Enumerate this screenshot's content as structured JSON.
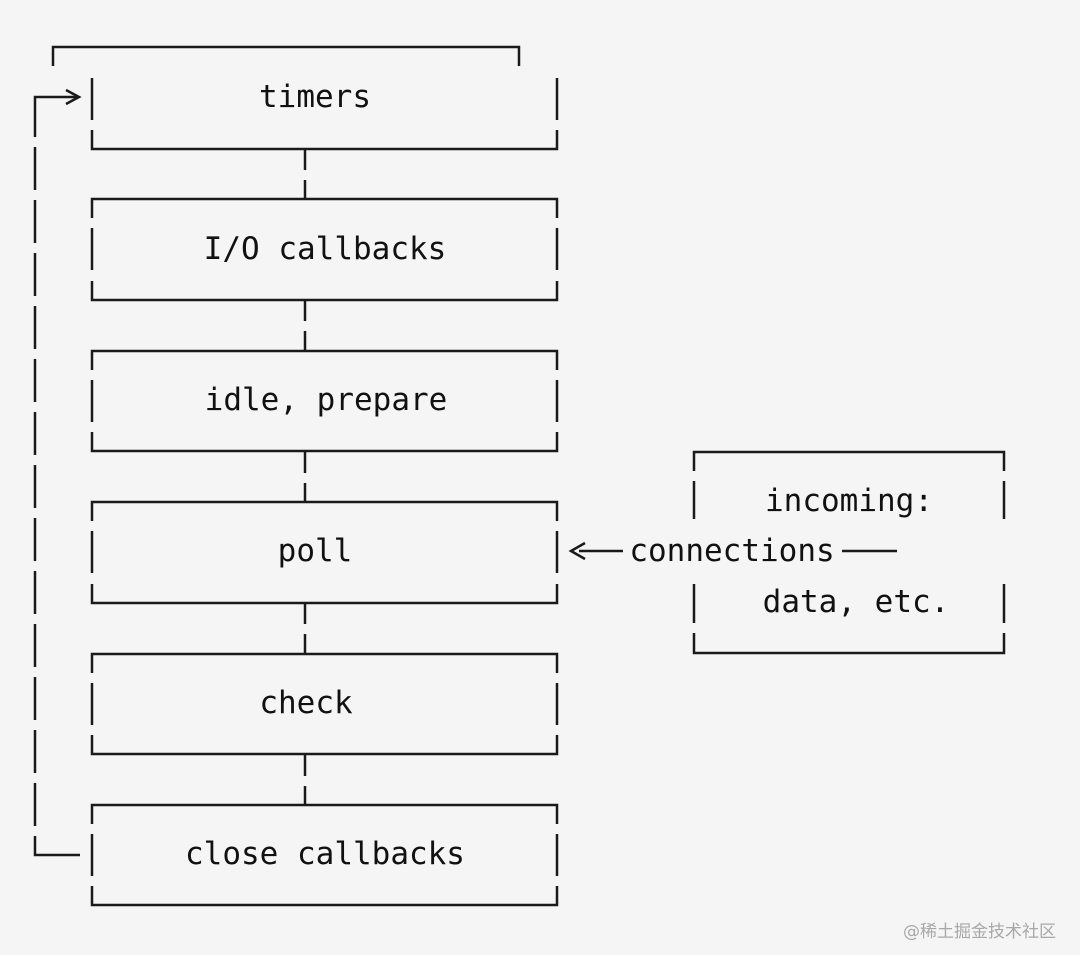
{
  "phases": [
    "timers",
    "I/O callbacks",
    "idle, prepare",
    "poll",
    "check",
    "close callbacks"
  ],
  "incoming": {
    "line1": "incoming:",
    "line2": "data, etc."
  },
  "connections_label": "connections",
  "watermark": "@稀土掘金技术社区",
  "colors": {
    "background": "#f5f5f5",
    "ink": "#1a1a1a",
    "watermark": "#a8a8a8"
  }
}
